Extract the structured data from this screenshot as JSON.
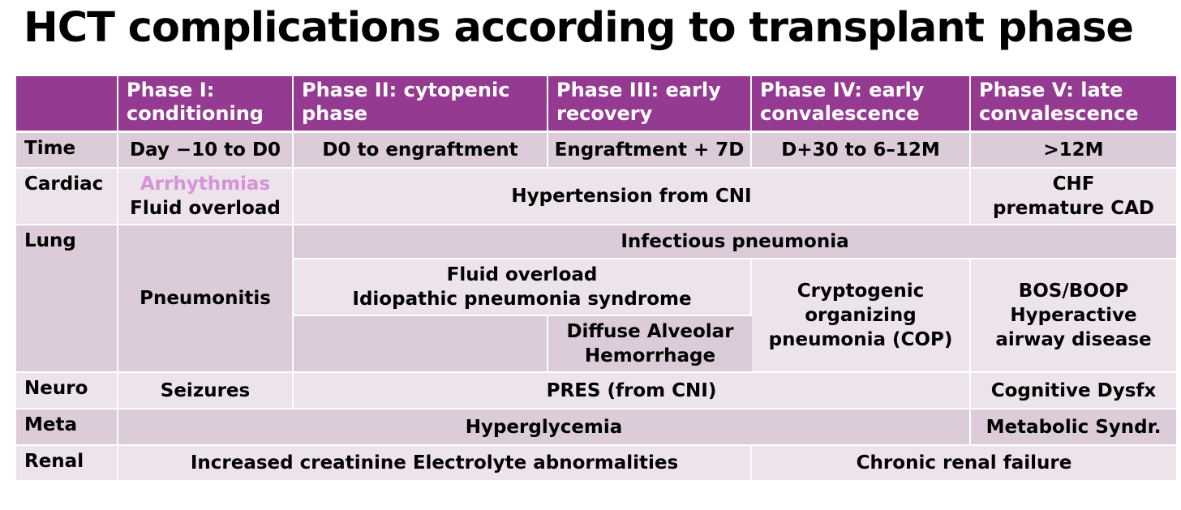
{
  "title": "HCT complications according to transplant phase",
  "headers": {
    "corner": "",
    "phase1": [
      "Phase I:",
      "conditioning"
    ],
    "phase2": [
      "Phase II: cytopenic",
      "phase"
    ],
    "phase3": [
      "Phase III: early",
      "recovery"
    ],
    "phase4": [
      "Phase IV: early",
      "convalescence"
    ],
    "phase5": [
      "Phase V: late",
      "convalescence"
    ]
  },
  "rows": {
    "time": {
      "label": "Time",
      "phase1": "Day −10 to D0",
      "phase2": "D0 to engraftment",
      "phase3": "Engraftment + 7D",
      "phase4": "D+30 to 6–12M",
      "phase5": ">12M"
    },
    "cardiac": {
      "label": "Cardiac",
      "phase1": [
        "Arrhythmias",
        "Fluid overload"
      ],
      "phase2_4": "Hypertension from CNI",
      "phase5": [
        "CHF",
        "premature CAD"
      ]
    },
    "lung": {
      "label": "Lung",
      "phase1": "Pneumonitis",
      "phase2_5": "Infectious pneumonia",
      "phase2_3": [
        "Fluid overload",
        "Idiopathic pneumonia syndrome"
      ],
      "phase2_empty": "",
      "phase3": [
        "Diffuse Alveolar",
        "Hemorrhage"
      ],
      "phase4": [
        "Cryptogenic",
        "organizing",
        "pneumonia (COP)"
      ],
      "phase5": [
        "BOS/BOOP",
        "Hyperactive",
        "airway disease"
      ]
    },
    "neuro": {
      "label": "Neuro",
      "phase1": "Seizures",
      "phase2_4": "PRES (from CNI)",
      "phase5": "Cognitive Dysfx"
    },
    "meta": {
      "label": "Meta",
      "phase1_4": "Hyperglycemia",
      "phase5": "Metabolic Syndr."
    },
    "renal": {
      "label": "Renal",
      "phase1_3": "Increased creatinine Electrolyte abnormalities",
      "phase4_5": "Chronic renal failure"
    }
  },
  "colors": {
    "header_bg": "#953a91",
    "header_text": "#ffffff",
    "cell_dark": "#dccbd9",
    "cell_light": "#ede4eb",
    "highlight_text": "#d693d6"
  }
}
